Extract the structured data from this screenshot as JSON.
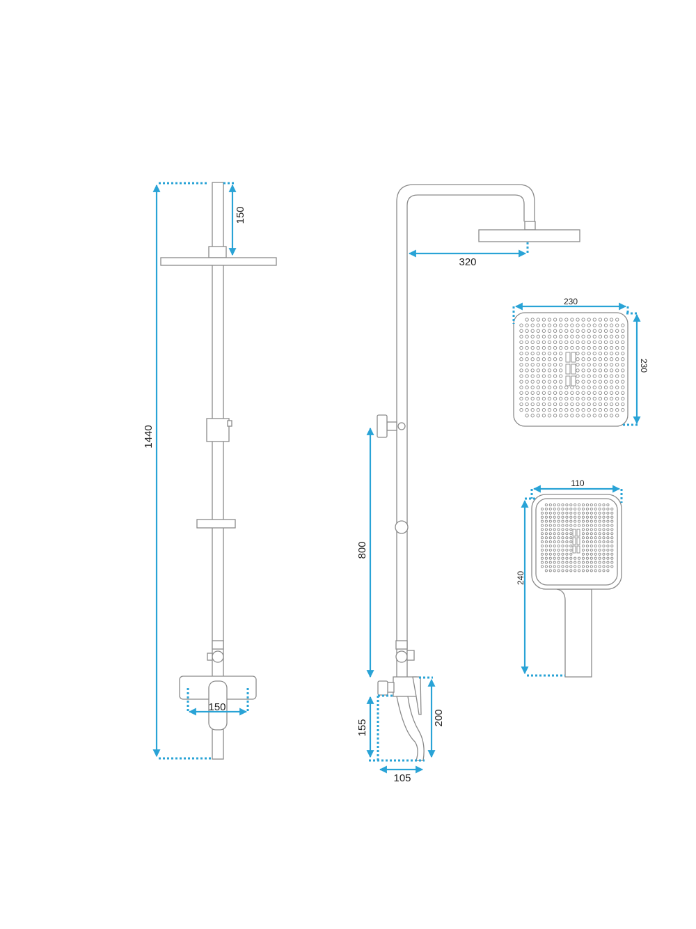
{
  "dimensions": {
    "total_height": "1440",
    "top_offset": "150",
    "mixer_width": "150",
    "arm_length": "320",
    "diverter_height": "800",
    "spout_height": "155",
    "mixer_height": "200",
    "spout_projection": "105",
    "head_width": "230",
    "head_depth": "230",
    "hand_width": "110",
    "hand_length": "240"
  },
  "colors": {
    "dimension": "#29a3d6",
    "outline": "#8a8a8a"
  }
}
